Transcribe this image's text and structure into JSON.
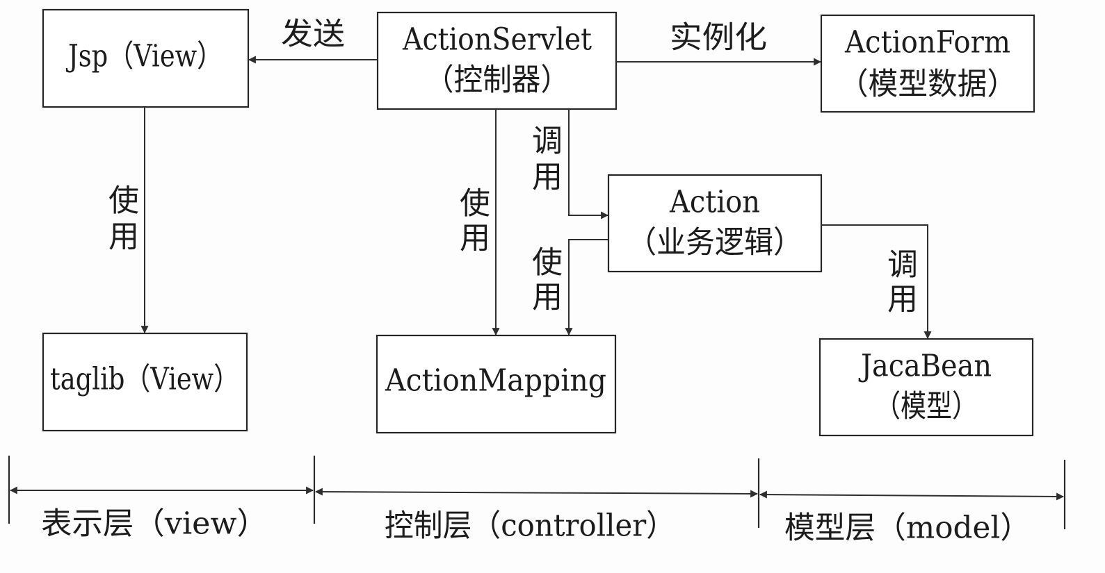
{
  "nodes": {
    "jsp": {
      "label": "Jsp（View）"
    },
    "servlet": {
      "line1": "ActionServlet",
      "line2": "（控制器）"
    },
    "actionform": {
      "line1": "ActionForm",
      "line2": "（模型数据）"
    },
    "action": {
      "line1": "Action",
      "line2": "（业务逻辑）"
    },
    "taglib": {
      "label": "taglib（View）"
    },
    "mapping": {
      "label": "ActionMapping"
    },
    "javabean": {
      "line1": "JacaBean",
      "line2": "（模型）"
    }
  },
  "edges": {
    "send": "发送",
    "instantiate": "实例化",
    "call": [
      "调",
      "用"
    ],
    "use": [
      "使",
      "用"
    ]
  },
  "layers": {
    "view": "表示层（view）",
    "controller": "控制层（controller）",
    "model": "模型层（model）"
  }
}
